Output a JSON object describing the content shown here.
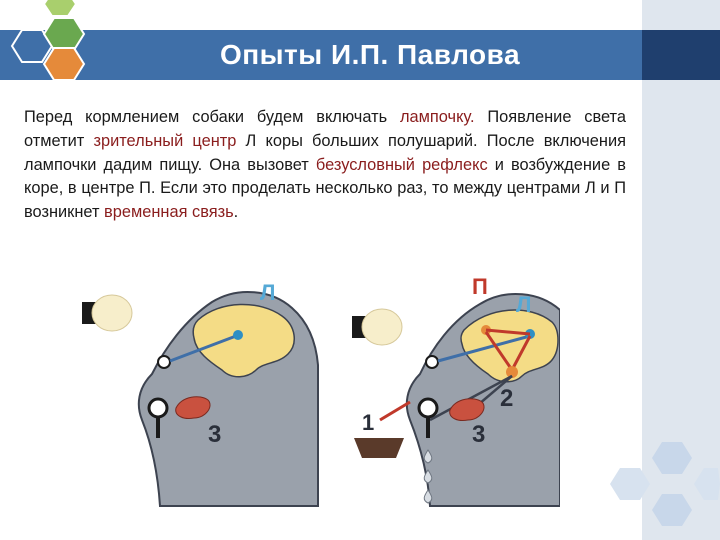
{
  "slide": {
    "title": "Опыты И.П. Павлова"
  },
  "paragraph": {
    "t1": "Перед кормлением собаки будем включать ",
    "h1": "лампочку.",
    "t2": " Появление света отметит ",
    "h2": "зрительный центр",
    "t3": " Л коры больших полушарий. После включения лампочки дадим пищу. Она вызовет ",
    "h3": "безусловный рефлекс",
    "t4": " и возбуждение в коре, в центре П. Если это проделать несколько раз, то между центрами Л и П возникнет ",
    "h4": "временная связь",
    "t5": "."
  },
  "figure_left": {
    "label_L": "Л",
    "label_3": "3"
  },
  "figure_right": {
    "label_P": "П",
    "label_L": "Л",
    "label_1": "1",
    "label_2": "2",
    "label_3": "3"
  },
  "colors": {
    "title_bar": "#3f6fa8",
    "highlight_text": "#8a1d1d",
    "brain": "#f4dc86",
    "head": "#9aa1ab",
    "label_blue": "#55a9d6"
  }
}
